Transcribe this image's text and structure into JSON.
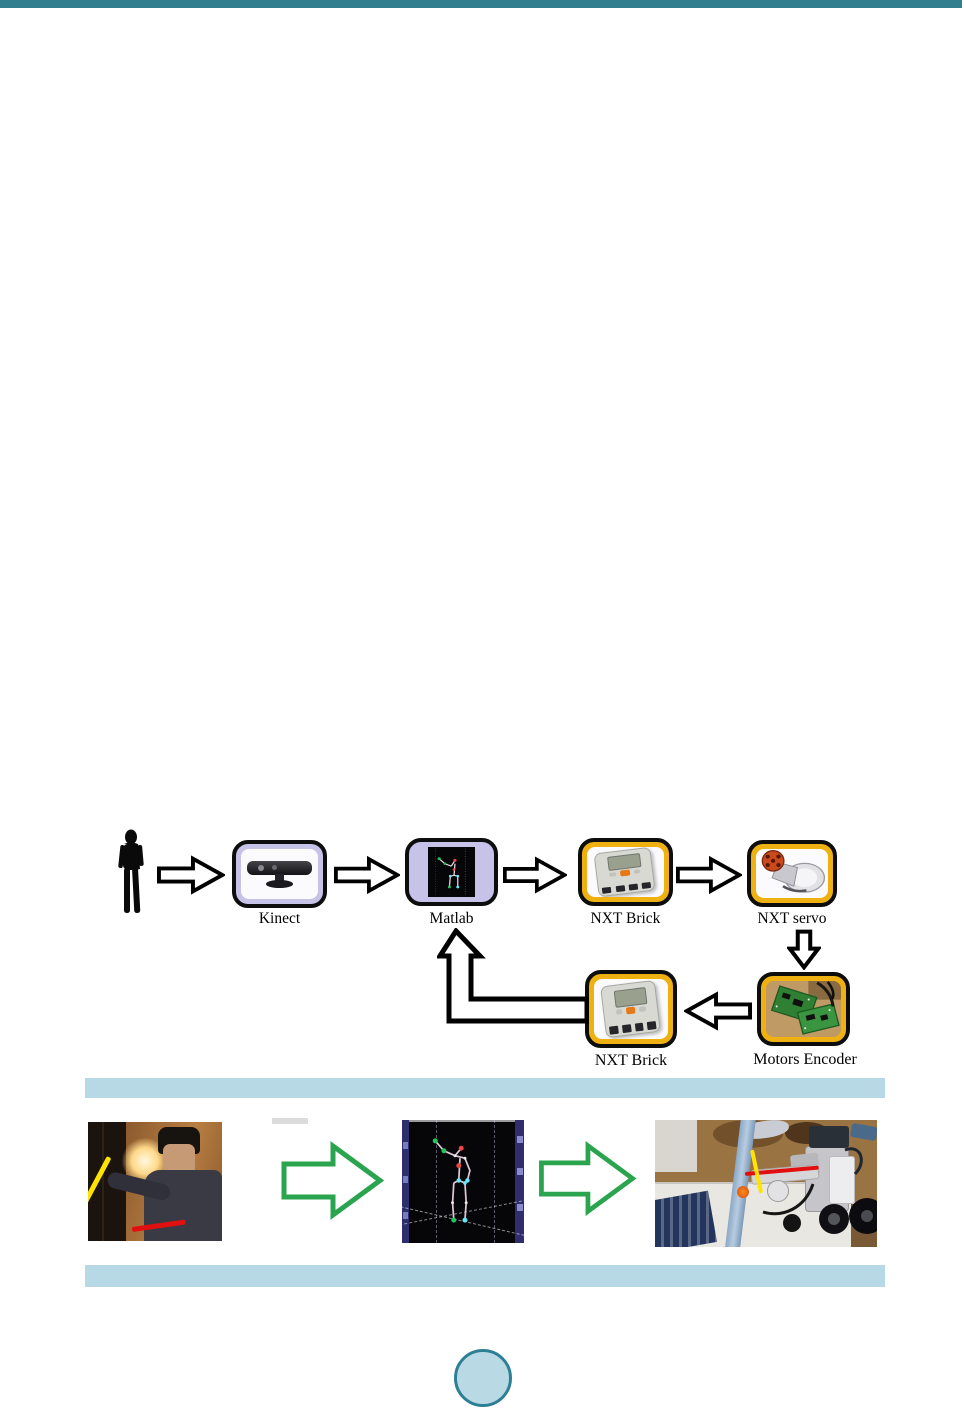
{
  "page": {
    "background": "#ffffff",
    "top_bar_color": "#317f8e",
    "caption_bar_color": "#b7d9e6",
    "page_number": {
      "text": "",
      "fill": "#b9dae4",
      "border": "#2d7f95"
    }
  },
  "figure1": {
    "labels": {
      "kinect": "Kinect",
      "matlab": "Matlab",
      "nxt_brick_top": "NXT Brick",
      "nxt_servo": "NXT servo",
      "nxt_brick_bottom": "NXT Brick",
      "motors_encoder": "Motors Encoder"
    },
    "colors": {
      "frame_lavender": "#c7c3e8",
      "frame_amber": "#efb112",
      "frame_border": "#0d0d0d",
      "arrow_fill": "#ffffff",
      "arrow_stroke": "#000000"
    },
    "icons": [
      "person-silhouette-icon",
      "block-arrow-right-icon",
      "block-arrow-down-icon",
      "block-arrow-left-icon",
      "block-arrow-up-elbow-icon"
    ]
  },
  "figure2": {
    "arrow_color": "#2aa44e",
    "overlay": {
      "yellow_line": "#ffe400",
      "red_line": "#e01010"
    },
    "panels": [
      "human-arm-photo",
      "matlab-skeleton-view",
      "nxt-robot-arm-photo"
    ]
  }
}
